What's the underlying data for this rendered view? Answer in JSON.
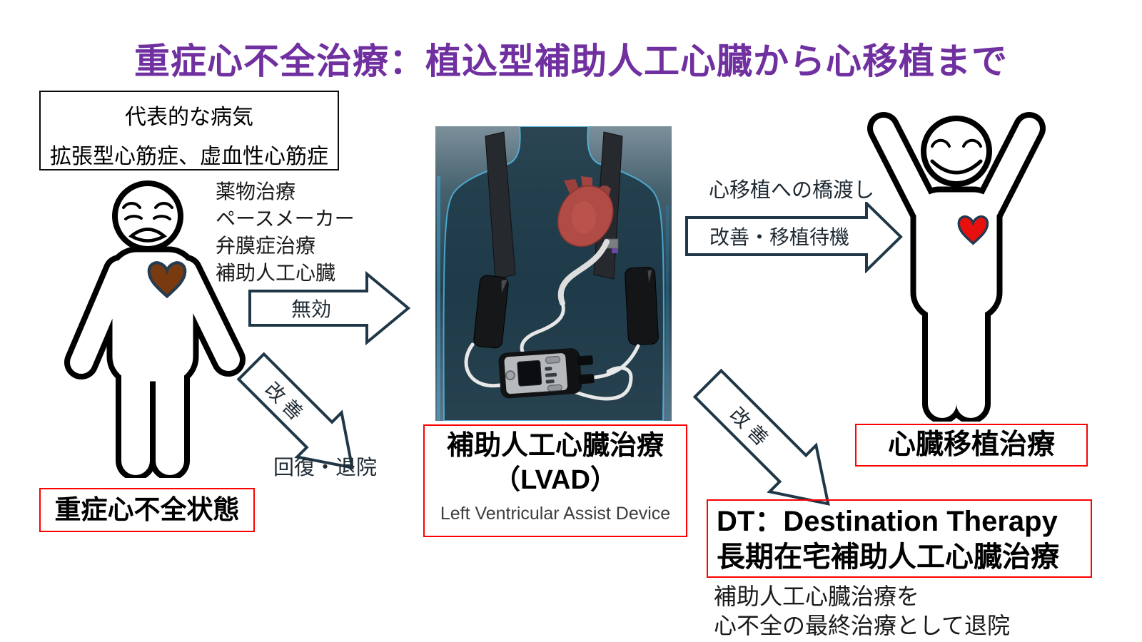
{
  "title": "重症心不全治療：植込型補助人工心臓から心移植まで",
  "colors": {
    "title_purple": "#7030A0",
    "arrow_outline": "#1f3747",
    "frame_red": "#FF0000",
    "failing_heart_brown": "#7a3a10",
    "healthy_heart_red": "#e8100e"
  },
  "disease_box": {
    "line1": "代表的な病気",
    "line2": "拡張型心筋症、虚血性心筋症"
  },
  "treatments": {
    "lines": [
      "薬物治療",
      "ペースメーカー",
      "弁膜症治療",
      "補助人工心臓"
    ]
  },
  "arrows": {
    "ineffective": "無効",
    "improve_left": "改善",
    "recover": "回復・退院",
    "bridge_caption": "心移植への橋渡し",
    "bridge": "改善・移植待機",
    "improve_right": "改善"
  },
  "labels": {
    "severe_state": "重症心不全状態",
    "lvad_line1": "補助人工心臓治療",
    "lvad_line2": "（LVAD）",
    "lvad_line3": "Left Ventricular Assist Device",
    "transplant": "心臓移植治療",
    "dt_line1": "DT：Destination Therapy",
    "dt_line2": "長期在宅補助人工心臓治療",
    "dt_note1": "補助人工心臓治療を",
    "dt_note2": "心不全の最終治療として退院"
  }
}
